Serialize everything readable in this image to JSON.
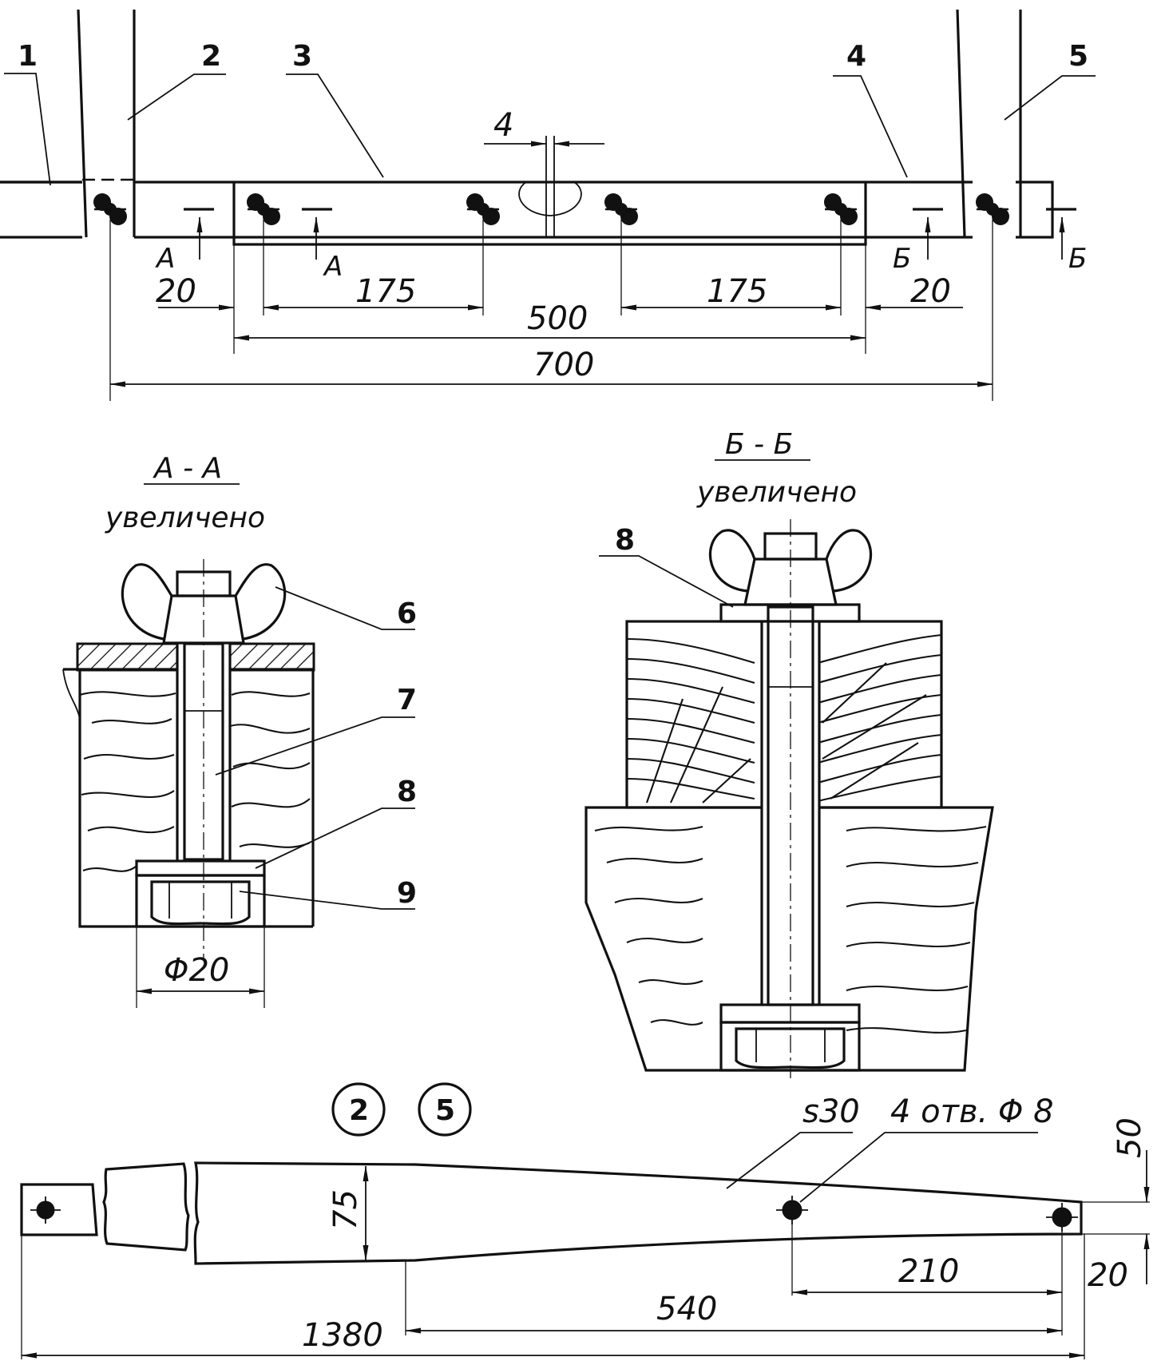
{
  "part_labels": [
    "1",
    "2",
    "3",
    "4",
    "5",
    "6",
    "7",
    "8",
    "9"
  ],
  "section_cut_labels": {
    "a_left": "А",
    "a_right": "А",
    "b_left": "Б",
    "b_right": "Б"
  },
  "top_view": {
    "gap_dim": "4",
    "dims": {
      "d20_left": "20",
      "d175_left": "175",
      "d500": "500",
      "d175_right": "175",
      "d20_right": "20",
      "d700": "700"
    }
  },
  "section_aa": {
    "title": "А - А",
    "subtitle": "увеличено",
    "part_6": "6",
    "part_7": "7",
    "part_8": "8",
    "part_9": "9",
    "dia_dim": "Φ20"
  },
  "section_bb": {
    "title": "Б - Б",
    "subtitle": "увеличено",
    "part_8": "8"
  },
  "leg_detail": {
    "circled_parts": [
      "2",
      "5"
    ],
    "thickness": "s30",
    "holes": "4 отв. Φ 8",
    "dims": {
      "d75": "75",
      "d50": "50",
      "d20": "20",
      "d210": "210",
      "d540": "540",
      "d1380": "1380"
    }
  }
}
